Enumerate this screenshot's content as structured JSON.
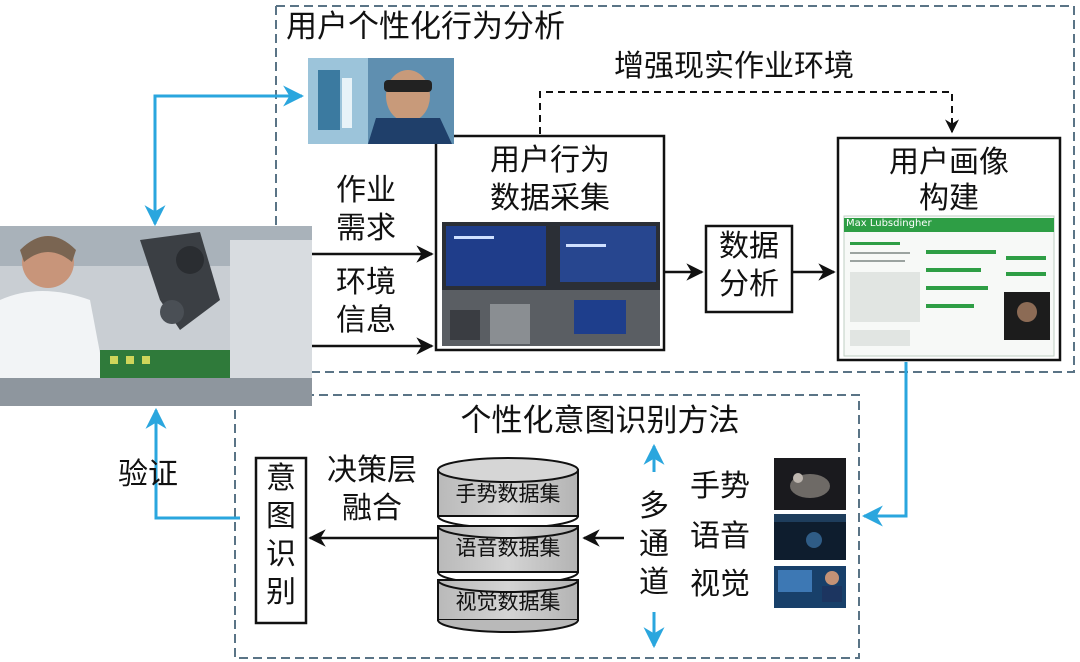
{
  "colors": {
    "arrow_blue": "#2AA6DE",
    "dash_gray": "#5A7486",
    "box_border": "#111111",
    "cylinder_fill": "#C9C9C9",
    "profile_green": "#2E9E45"
  },
  "regions": {
    "top_title": "用户个性化行为分析",
    "bottom_title": "个性化意图识别方法"
  },
  "labels": {
    "ar_environment": "增强现实作业环境",
    "task_demand_1": "作业",
    "task_demand_2": "需求",
    "env_info_1": "环境",
    "env_info_2": "信息",
    "verify": "验证",
    "decision_fusion_1": "决策层",
    "decision_fusion_2": "融合",
    "multi_channel": [
      "多",
      "通",
      "道"
    ],
    "gesture": "手势",
    "voice": "语音",
    "vision": "视觉"
  },
  "boxes": {
    "collection_1": "用户行为",
    "collection_2": "数据采集",
    "analysis_1": "数据",
    "analysis_2": "分析",
    "portrait_1": "用户画像",
    "portrait_2": "构建",
    "intent": [
      "意",
      "图",
      "识",
      "别"
    ]
  },
  "profile_card": {
    "name": "Max Lubsdingher"
  },
  "datasets": [
    "手势数据集",
    "语音数据集",
    "视觉数据集"
  ],
  "icons": {
    "ar_user_photo": "ar-headset-worker-photo",
    "robot_photo": "robot-assembly-photo",
    "monitor_photo": "monitoring-screens-photo",
    "gesture_photo": "hand-gesture-photo",
    "voice_photo": "voice-photo",
    "vision_photo": "vision-screen-photo"
  }
}
